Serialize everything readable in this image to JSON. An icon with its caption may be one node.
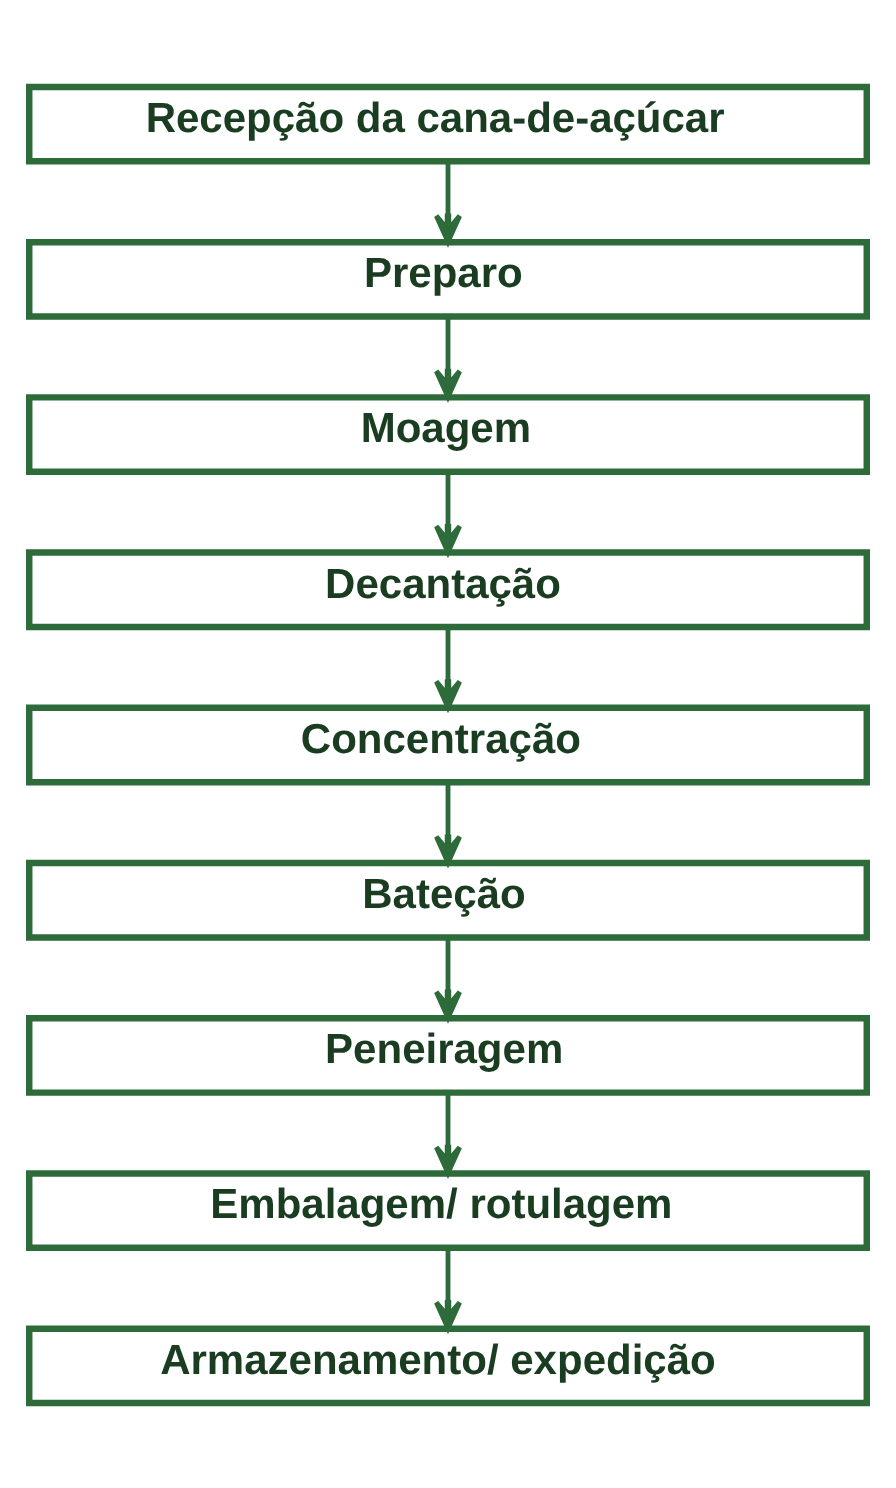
{
  "diagram": {
    "nodes": [
      {
        "text": [
          "Recepção da cana-de-açúcar"
        ]
      },
      {
        "text": [
          "Preparo"
        ]
      },
      {
        "text": [
          "Moagem"
        ]
      },
      {
        "text": [
          "Decantação"
        ]
      },
      {
        "text": [
          "Concentração"
        ]
      },
      {
        "text": [
          "Bateção"
        ]
      },
      {
        "text": [
          "Peneiragem"
        ]
      },
      {
        "text": [
          "Embalagem/ rotulagem"
        ]
      },
      {
        "text": [
          "Armazenamento/ expedição"
        ]
      }
    ],
    "edges": [
      {
        "from": 0,
        "to": 1,
        "arrow": "to"
      },
      {
        "from": 1,
        "to": 2,
        "arrow": "to"
      },
      {
        "from": 2,
        "to": 3,
        "arrow": "to"
      },
      {
        "from": 3,
        "to": 4,
        "arrow": "to"
      },
      {
        "from": 4,
        "to": 5,
        "arrow": "to"
      },
      {
        "from": 5,
        "to": 6,
        "arrow": "to"
      },
      {
        "from": 6,
        "to": 7,
        "arrow": "to"
      },
      {
        "from": 7,
        "to": 8,
        "arrow": "to"
      }
    ]
  }
}
